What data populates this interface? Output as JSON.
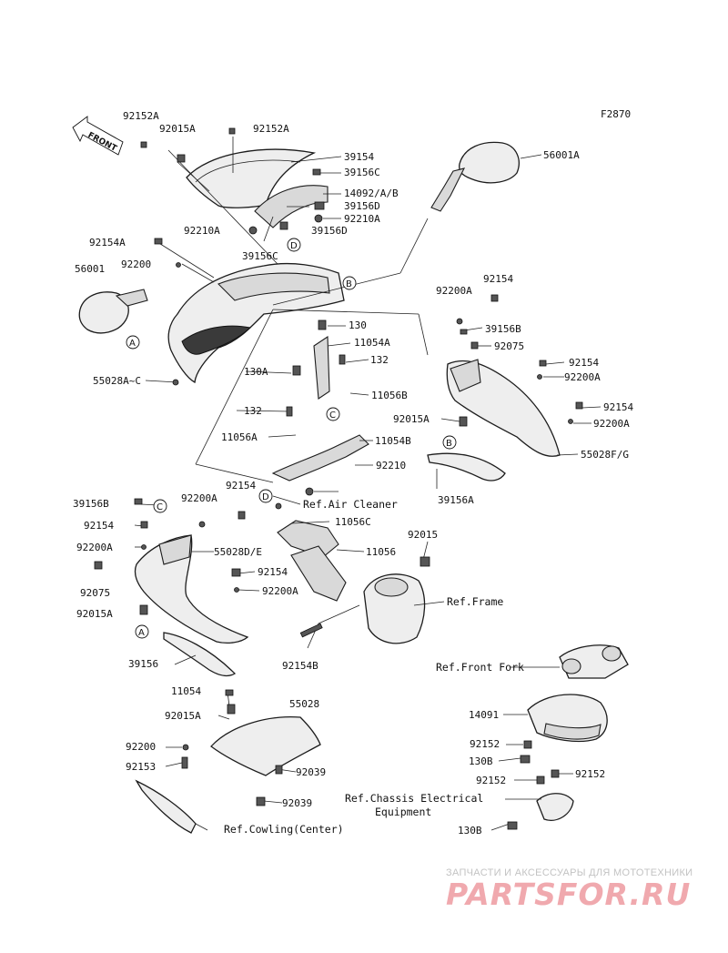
{
  "figure_code": "F2870",
  "front_arrow_label": "FRONT",
  "watermark": {
    "caption": "ЗАПЧАСТИ И АКСЕССУАРЫ ДЛЯ МОТОТЕХНИКИ",
    "logo": "PARTSFOR.RU"
  },
  "markers": {
    "a": "A",
    "b": "B",
    "c": "C",
    "d": "D"
  },
  "part_labels": {
    "p92152A_left": "92152A",
    "p92015A_top": "92015A",
    "p92152A_top": "92152A",
    "p39154": "39154",
    "p39156C_top": "39156C",
    "p14092": "14092/A/B",
    "p39156D_right": "39156D",
    "p92210A_right": "92210A",
    "p92210A_left": "92210A",
    "p39156D_lower": "39156D",
    "p39156C_lower": "39156C",
    "p56001A": "56001A",
    "p92154A": "92154A",
    "p92200_left": "92200",
    "p56001": "56001",
    "p55028A_C": "55028A~C",
    "p92154_r1": "92154",
    "p92200A_r1": "92200A",
    "p39156B_r": "39156B",
    "p92075_r": "92075",
    "p130": "130",
    "p11054A": "11054A",
    "p130A": "130A",
    "p132_right": "132",
    "p11056B": "11056B",
    "p92154_r2": "92154",
    "p92200A_r2": "92200A",
    "p92154_r3": "92154",
    "p92200A_r3": "92200A",
    "p132_left": "132",
    "p92015A_mid": "92015A",
    "p11056A": "11056A",
    "p11054B": "11054B",
    "p55028FG": "55028F/G",
    "p92210": "92210",
    "p39156A": "39156A",
    "p39156B_l": "39156B",
    "p92200A_l1": "92200A",
    "p92154_l1": "92154",
    "p92154_l2": "92154",
    "p11056C": "11056C",
    "p92015": "92015",
    "p92200A_l2": "92200A",
    "p55028DE": "55028D/E",
    "p11056": "11056",
    "p92154_mid": "92154",
    "p92075_l": "92075",
    "p92200A_mid": "92200A",
    "p92015A_l": "92015A",
    "p39156": "39156",
    "p92154B": "92154B",
    "p11054": "11054",
    "p92015A_bot": "92015A",
    "p55028": "55028",
    "p14091": "14091",
    "p92200_bot": "92200",
    "p92153": "92153",
    "p92039_a": "92039",
    "p92039_b": "92039",
    "p92152_a": "92152",
    "p130B_a": "130B",
    "p92152_b": "92152",
    "p92152_c": "92152",
    "p130B_b": "130B"
  },
  "references": {
    "air_cleaner": "Ref.Air Cleaner",
    "frame": "Ref.Frame",
    "front_fork": "Ref.Front Fork",
    "chassis_line1": "Ref.Chassis Electrical",
    "chassis_line2": "Equipment",
    "cowling_center": "Ref.Cowling(Center)"
  }
}
